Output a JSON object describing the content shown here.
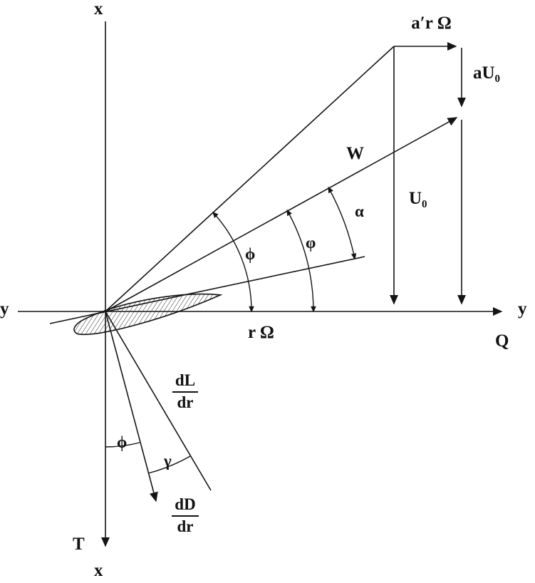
{
  "diagram": {
    "axes": {
      "x_top": "x",
      "x_bottom": "x",
      "y_left": "y",
      "y_right": "y",
      "thrust_label": "T",
      "torque_label": "Q"
    },
    "vectors": {
      "a_prime_r_omega": "a′r Ω",
      "a_u0": "aU₀",
      "relative_wind": "W",
      "u0": "U₀",
      "r_omega": "r Ω"
    },
    "angles": {
      "alpha": "α",
      "phi_flow": "φ",
      "phi_blade": "ϕ",
      "phi_lower": "ϕ",
      "gamma": "γ"
    },
    "forces": {
      "lift": {
        "num": "dL",
        "den": "dr"
      },
      "drag": {
        "num": "dD",
        "den": "dr"
      }
    }
  }
}
